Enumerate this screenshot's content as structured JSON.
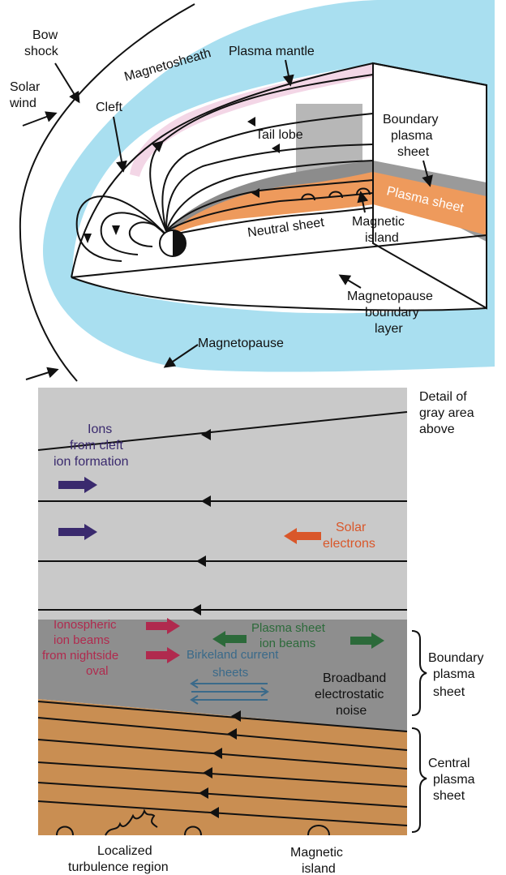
{
  "top_diagram": {
    "labels": {
      "bow_shock": [
        "Bow",
        "shock"
      ],
      "solar_wind": [
        "Solar",
        "wind"
      ],
      "magnetosheath": "Magnetosheath",
      "plasma_mantle": "Plasma mantle",
      "cleft": "Cleft",
      "tail_lobe": "Tail lobe",
      "boundary_plasma_sheet": [
        "Boundary",
        "plasma",
        "sheet"
      ],
      "plasma_sheet": "Plasma sheet",
      "neutral_sheet": "Neutral sheet",
      "magnetic_island": [
        "Magnetic",
        "island"
      ],
      "magnetopause_boundary_layer": [
        "Magnetopause",
        "boundary",
        "layer"
      ],
      "magnetopause": "Magnetopause"
    }
  },
  "detail_panel": {
    "caption": [
      "Detail of",
      "gray area",
      "above"
    ],
    "ions_cleft": [
      "Ions",
      "from cleft",
      "ion formation"
    ],
    "solar_electrons": [
      "Solar",
      "electrons"
    ],
    "ionospheric_beams": [
      "Ionospheric",
      "ion beams",
      "from nightside",
      "oval"
    ],
    "plasma_sheet_beams": [
      "Plasma sheet",
      "ion beams"
    ],
    "birkeland": [
      "Birkeland current",
      "sheets"
    ],
    "broadband": [
      "Broadband",
      "electrostatic",
      "noise"
    ],
    "boundary_plasma_sheet": [
      "Boundary",
      "plasma",
      "sheet"
    ],
    "central_plasma_sheet": [
      "Central",
      "plasma",
      "sheet"
    ],
    "localized_turbulence": [
      "Localized",
      "turbulence region"
    ],
    "magnetic_island": [
      "Magnetic",
      "island"
    ]
  },
  "colors": {
    "magnetosheath_blue": "#a9dff0",
    "mantle_pink": "#f3d6e6",
    "plasma_orange": "#ee9a5c",
    "boundary_gray": "#9a9a9a",
    "detail_light_gray": "#c9c9c9",
    "detail_dark_gray": "#8e8e8e",
    "detail_orange": "#c98e52",
    "ion_arrow_purple": "#3a2a6e",
    "solar_electron_orange": "#d9572a",
    "ionospheric_red": "#b02a4e",
    "plasma_sheet_green": "#2c6a3a",
    "birkeland_blue": "#3a6a8a"
  }
}
